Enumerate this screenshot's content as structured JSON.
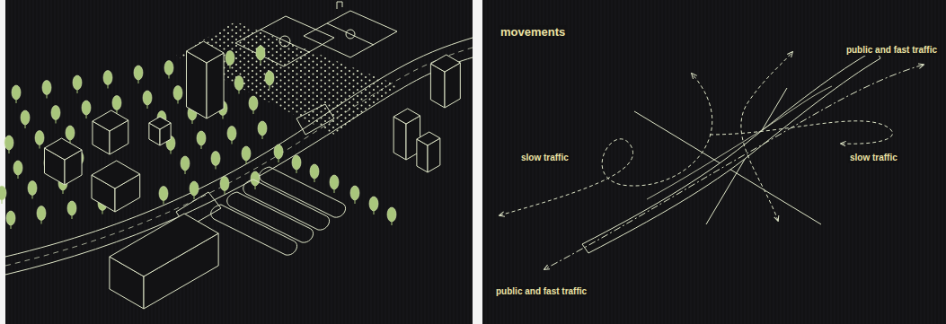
{
  "diagram": {
    "title": "movements",
    "labels": [
      "public and fast traffic",
      "slow traffic",
      "slow traffic",
      "public and fast traffic"
    ]
  }
}
